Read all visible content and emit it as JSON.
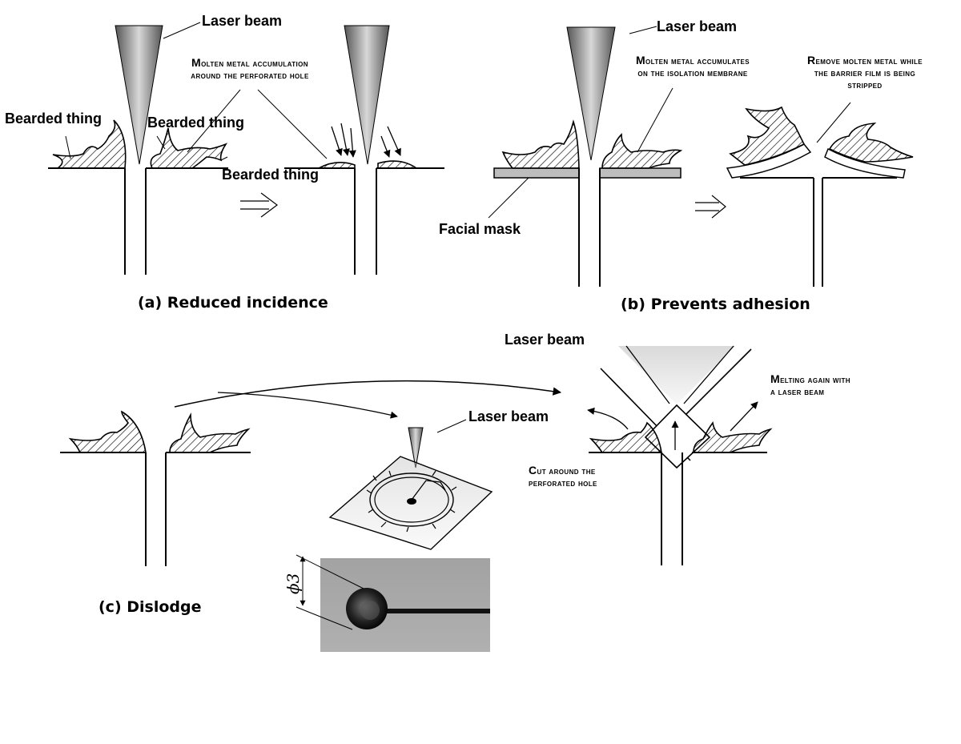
{
  "labels": {
    "laser_beam": "Laser beam",
    "bearded_thing": "Bearded thing",
    "molten_a_line1": "Molten metal accumulation",
    "molten_a_line2": "around the perforated hole",
    "molten_b_line1": "Molten metal accumulates",
    "molten_b_line2": "on the isolation membrane",
    "remove_line1": "Remove molten metal while",
    "remove_line2": "the barrier film is being",
    "remove_line3": "stripped",
    "facial_mask": "Facial mask",
    "cut_line1": "Cut around the",
    "cut_line2": "perforated hole",
    "melt_line1": "Melting again with",
    "melt_line2": "a laser beam",
    "diameter": "ϕ3"
  },
  "captions": {
    "a": "(a) Reduced incidence",
    "b": "(b) Prevents adhesion",
    "c": "(c) Dislodge"
  }
}
